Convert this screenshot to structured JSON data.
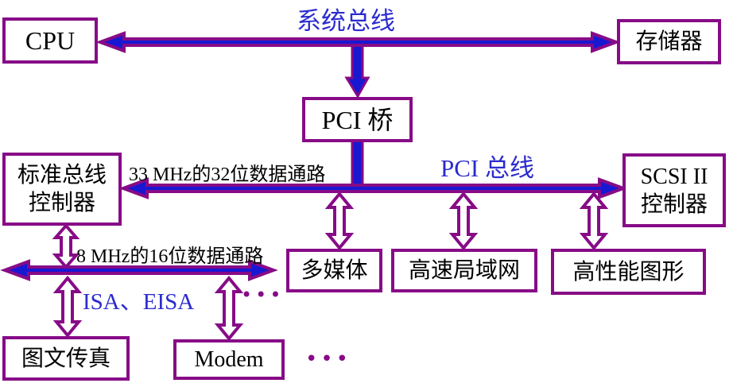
{
  "diagram": {
    "description": "PCI bus system architecture block diagram",
    "labels": {
      "system_bus": "系统总线",
      "pci_bus": "PCI 总线",
      "isa_eisa": "ISA、EISA",
      "pci_path_note": "33 MHz的32位数据通路",
      "isa_path_note": "8 MHz的16位数据通路",
      "ellipsis_isa": "•••",
      "ellipsis_modem": "•••"
    },
    "boxes": {
      "cpu": "CPU",
      "memory": "存储器",
      "pci_bridge": "PCI 桥",
      "std_controller_line1": "标准总线",
      "std_controller_line2": "控制器",
      "scsi_line1": "SCSI II",
      "scsi_line2": "控制器",
      "multimedia": "多媒体",
      "lan": "高速局域网",
      "graphics": "高性能图形",
      "fax": "图文传真",
      "modem": "Modem"
    },
    "colors": {
      "outline_purple": "#870B87",
      "bus_fill_blue": "#1818D2",
      "label_blue": "#2B2BD0",
      "box_text": "#000000",
      "background": "#FFFFFF"
    }
  }
}
